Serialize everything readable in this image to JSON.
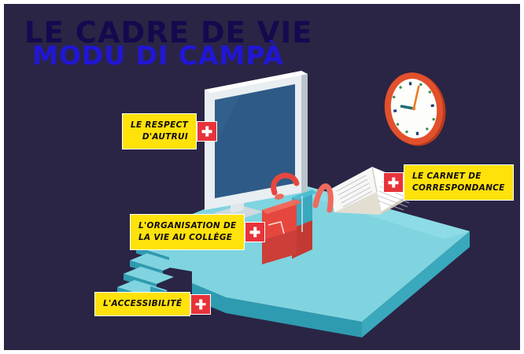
{
  "poster": {
    "background_color": "#2a2545",
    "title_line1": "LE CADRE DE VIE",
    "title_line2": "MODU DI CAMPÀ",
    "title_line1_color": "#140a4e",
    "title_line2_color": "#2116d6"
  },
  "palette": {
    "label_yellow": "#ffe20a",
    "plus_red": "#e8333a",
    "platform_top": "#7fd4e0",
    "platform_side": "#2f9bb0",
    "monitor_screen": "#2e5a87",
    "monitor_frame": "#e8eef1",
    "backpack_red": "#e5473f",
    "backpack_teal": "#3aa8bd",
    "clock_rim": "#e2502c",
    "book_page": "#f4f4f2"
  },
  "hotspots": [
    {
      "id": "respect",
      "name": "le-respect-dautrui",
      "lines": [
        "LE RESPECT",
        "D'AUTRUI"
      ],
      "plus_label": "+",
      "plus_side": "right",
      "text_align": "right"
    },
    {
      "id": "carnet",
      "name": "le-carnet-de-correspondance",
      "lines": [
        "LE CARNET DE",
        "CORRESPONDANCE"
      ],
      "plus_label": "+",
      "plus_side": "left",
      "text_align": "left"
    },
    {
      "id": "organisation",
      "name": "lorganisation-de-la-vie-au-college",
      "lines": [
        "L'ORGANISATION DE",
        "LA VIE AU COLLÈGE"
      ],
      "plus_label": "+",
      "plus_side": "right",
      "text_align": "left"
    },
    {
      "id": "accessibilite",
      "name": "laccessibilite",
      "lines": [
        "L'ACCESSIBILITÉ"
      ],
      "plus_label": "+",
      "plus_side": "right",
      "text_align": "left"
    }
  ],
  "scene": {
    "objects": [
      {
        "name": "isometric-platform",
        "description": "light blue isometric slab floor"
      },
      {
        "name": "computer-monitor",
        "description": "isometric desktop monitor with dark blue screen"
      },
      {
        "name": "school-backpack",
        "description": "red and teal backpack with straps"
      },
      {
        "name": "open-book",
        "description": "open book with lined pages"
      },
      {
        "name": "wall-clock",
        "description": "round clock, red rim, white face"
      },
      {
        "name": "staircase",
        "description": "isometric steps leading onto the platform"
      }
    ],
    "clock": {
      "hour_hand_color": "#1f6e6e",
      "minute_hand_color": "#ef7a22"
    }
  }
}
